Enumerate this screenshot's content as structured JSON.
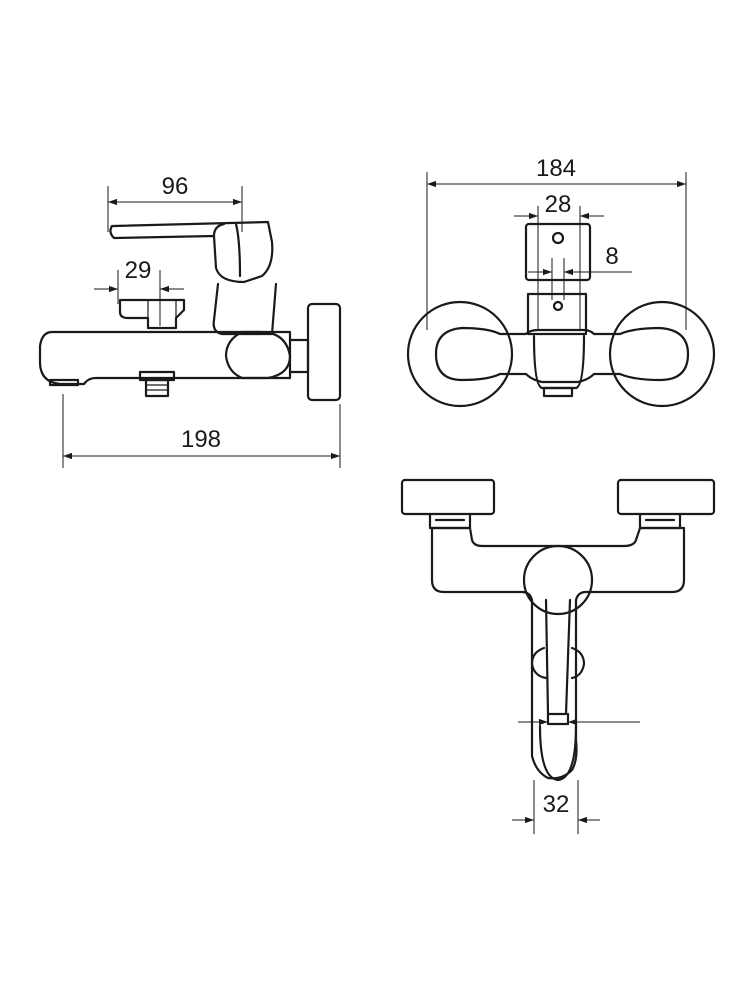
{
  "dimensions": {
    "side_lever_length": "96",
    "side_diverter_width": "29",
    "side_total_depth": "198",
    "front_total_width": "184",
    "front_handle_width": "28",
    "front_handle_hole": "8",
    "bottom_spout_width": "32"
  },
  "colors": {
    "line": "#1a1a1a",
    "background": "#ffffff"
  }
}
